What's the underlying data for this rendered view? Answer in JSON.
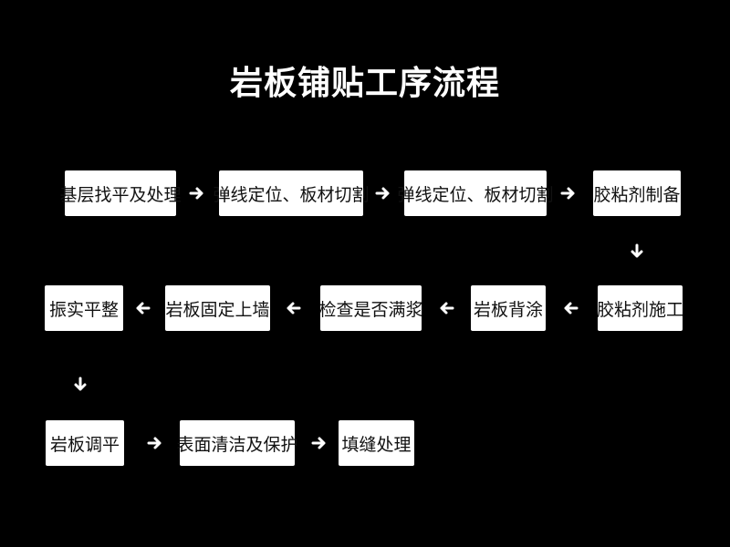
{
  "title": "岩板铺贴工序流程",
  "steps": [
    "基层找平及处理",
    "弹线定位、板材切割",
    "弹线定位、板材切割",
    "胶粘剂制备",
    "胶粘剂施工",
    "岩板背涂",
    "检查是否满浆",
    "岩板固定上墙",
    "振实平整",
    "岩板调平",
    "表面清洁及保护",
    "填缝处理"
  ],
  "colors": {
    "background": "#000000",
    "box": "#ffffff",
    "text": "#111111",
    "arrow": "#ffffff"
  },
  "icons": {
    "right": "arrow-right-icon",
    "down": "arrow-down-icon",
    "left": "arrow-left-icon"
  }
}
